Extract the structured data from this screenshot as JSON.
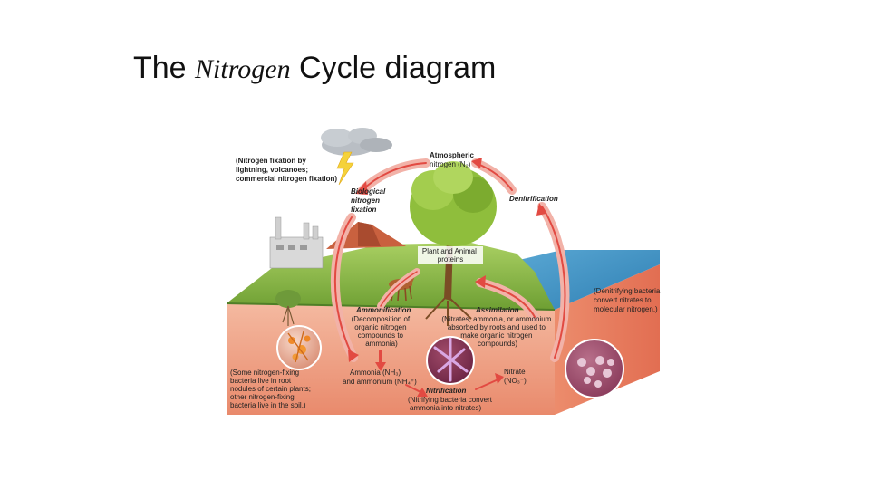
{
  "title": {
    "part1": "The ",
    "part2": "Nitrogen",
    "part3": " Cycle diagram"
  },
  "labels": {
    "lightning_fixation": [
      "(Nitrogen fixation by",
      "lightning, volcanoes;",
      "commercial nitrogen fixation)"
    ],
    "atmospheric_title": "Atmospheric",
    "atmospheric_sub": "nitrogen (N₂)",
    "biological_fixation": [
      "Biological",
      "nitrogen",
      "fixation"
    ],
    "denitrification": "Denitrification",
    "plant_animal_proteins": [
      "Plant and Animal",
      "proteins"
    ],
    "denitrifying_bacteria": [
      "(Denitrifying bacteria",
      "convert nitrates to",
      "molecular nitrogen.)"
    ],
    "ammonification_title": "Ammonification",
    "ammonification_desc": [
      "(Decomposition of",
      "organic nitrogen",
      "compounds to",
      "ammonia)"
    ],
    "assimilation_title": "Assimilation",
    "assimilation_desc": [
      "(Nitrates, ammonia, or ammonium",
      "absorbed by roots and used to",
      "make organic nitrogen",
      "compounds)"
    ],
    "nitrogen_fixing_bacteria": [
      "(Some nitrogen-fixing",
      "bacteria live in root",
      "nodules of certain plants;",
      "other nitrogen-fixing",
      "bacteria live in the soil.)"
    ],
    "ammonia_line1": "Ammonia (NH₃)",
    "ammonia_line2": "and ammonium (NH₄⁺)",
    "nitrification_title": "Nitrification",
    "nitrification_desc": [
      "(Nitrifying bacteria convert",
      "ammonia into nitrates)"
    ],
    "nitrate_line1": "Nitrate",
    "nitrate_line2": "(NO₃⁻)"
  },
  "colors": {
    "arrow": "#e24a42",
    "arrow_fill": "#f6b8b0",
    "soil_top": "#f0a98f",
    "soil_bottom": "#e8795e",
    "grass": "#7fae3a",
    "water": "#3c8fc0",
    "tree_canopy": "#8fbe3c"
  }
}
